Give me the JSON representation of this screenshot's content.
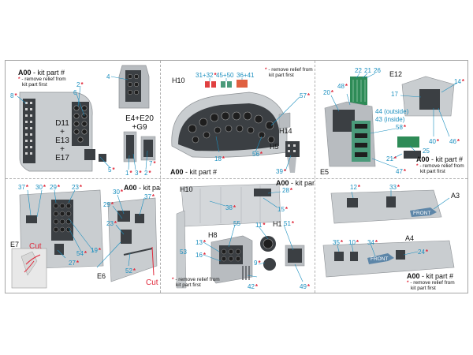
{
  "legend": {
    "part_prefix": "A00",
    "part_text": " - kit part #",
    "remove_star": "*",
    "remove_text_1": " - remove relief from",
    "remove_text_2": "kit part first"
  },
  "colors": {
    "callout": "#1a8fbf",
    "star": "#e0283a",
    "part_grey": "#c9cdd0",
    "panel_dark": "#3b3f43",
    "gauge_face": "#2b2b2b",
    "green_board": "#2e8b57",
    "cut_line": "#e0283a"
  },
  "panels": {
    "p1": {
      "group_label_lines": [
        "D11",
        "+",
        "E13",
        "+",
        "E17"
      ],
      "combo_label_lines": [
        "E4+E20",
        "+G9"
      ],
      "callouts": [
        "8",
        "2",
        "6",
        "4",
        "5",
        "1",
        "3",
        "2",
        "7"
      ]
    },
    "p2": {
      "part_h10": "H10",
      "part_h14": "H14",
      "part_h5": "H5",
      "callouts": [
        "31+32",
        "45+50",
        "36+41",
        "57",
        "18",
        "56",
        "39"
      ]
    },
    "p3": {
      "part_e12": "E12",
      "part_e5": "E5",
      "callouts": [
        "22",
        "21",
        "26",
        "14",
        "20",
        "48",
        "17",
        "40",
        "46",
        "58",
        "25",
        "21",
        "47"
      ],
      "note_44": "44 (outside)",
      "note_43": "43 (inside)"
    },
    "p4": {
      "part_e7": "E7",
      "part_e6": "E6",
      "cut_1": "Cut",
      "cut_2": "Cut",
      "callouts": [
        "37",
        "30",
        "29",
        "23",
        "30",
        "29",
        "37",
        "23",
        "54",
        "19",
        "27",
        "52"
      ]
    },
    "p5": {
      "part_h10": "H10",
      "part_h8": "H8",
      "part_h1": "H1",
      "callouts": [
        "28",
        "38",
        "15",
        "55",
        "11",
        "51",
        "13",
        "16",
        "9",
        "53",
        "42",
        "49"
      ]
    },
    "p6": {
      "part_a3": "A3",
      "part_a4": "A4",
      "front_1": "FRONT",
      "front_2": "FRONT",
      "callouts": [
        "12",
        "33",
        "35",
        "10",
        "34",
        "24"
      ]
    }
  }
}
